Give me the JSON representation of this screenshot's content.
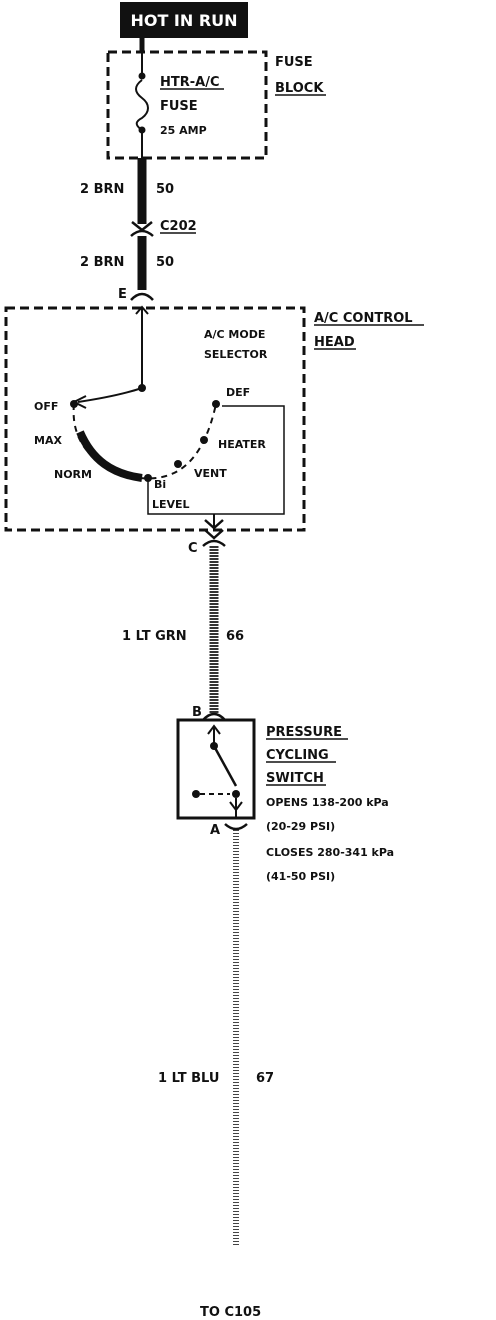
{
  "header": {
    "banner": "HOT IN RUN"
  },
  "fuse_block": {
    "title_line1": "FUSE",
    "title_line2": "BLOCK",
    "fuse_name_line1": "HTR-A/C",
    "fuse_name_line2": "FUSE",
    "fuse_rating": "25 AMP"
  },
  "wires": {
    "w1": {
      "gauge_color": "2 BRN",
      "circuit": "50"
    },
    "w2": {
      "gauge_color": "2 BRN",
      "circuit": "50"
    },
    "w3": {
      "gauge_color": "1 LT GRN",
      "circuit": "66"
    },
    "w4": {
      "gauge_color": "1 LT BLU",
      "circuit": "67"
    }
  },
  "connectors": {
    "c202": "C202",
    "pin_e": "E",
    "pin_c": "C",
    "pin_b": "B",
    "pin_a": "A"
  },
  "control_head": {
    "title_line1": "A/C CONTROL",
    "title_line2": "HEAD",
    "selector_line1": "A/C MODE",
    "selector_line2": "SELECTOR",
    "positions": {
      "off": "OFF",
      "max": "MAX",
      "norm": "NORM",
      "bi": "Bi",
      "level": "LEVEL",
      "vent": "VENT",
      "heater": "HEATER",
      "def": "DEF"
    }
  },
  "pressure_switch": {
    "title_line1": "PRESSURE",
    "title_line2": "CYCLING",
    "title_line3": "SWITCH",
    "opens_line": "OPENS 138-200 kPa",
    "opens_psi": "(20-29 PSI)",
    "closes_line": "CLOSES 280-341 kPa",
    "closes_psi": "(41-50 PSI)"
  },
  "footer": {
    "destination": "TO C105"
  }
}
